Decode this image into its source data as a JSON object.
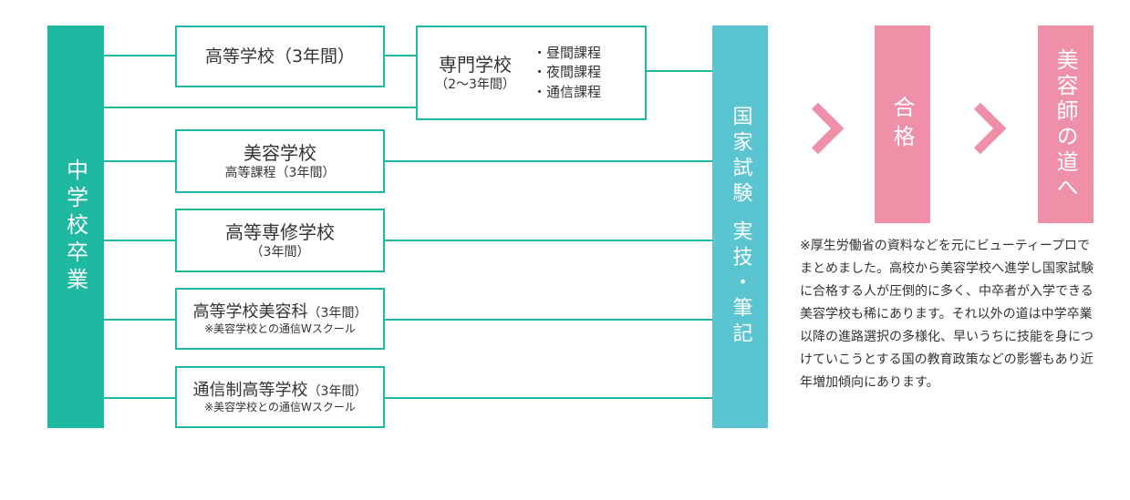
{
  "left_bar": {
    "label": "中学校卒業",
    "color": "#1fb8a0"
  },
  "right_bar": {
    "label_top": "国家試験",
    "label_bottom": "実技・筆記",
    "color": "#5bc4d1"
  },
  "boxes": {
    "koutou": {
      "main": "高等学校（3年間）"
    },
    "senmon": {
      "main": "専門学校",
      "sub": "（2〜3年間）"
    },
    "biyou": {
      "main": "美容学校",
      "sub": "高等課程（3年間）"
    },
    "koutou_senshu": {
      "main": "高等専修学校",
      "sub": "（3年間）"
    },
    "biyouka": {
      "main": "高等学校美容科",
      "paren": "（3年間）",
      "note": "※美容学校との通信Wスクール"
    },
    "tsushin": {
      "main": "通信制高等学校",
      "paren": "（3年間）",
      "note": "※美容学校との通信Wスクール"
    }
  },
  "courses": [
    "・昼間課程",
    "・夜間課程",
    "・通信課程"
  ],
  "result": {
    "pass": "合格",
    "goal": "美容師の道へ",
    "color": "#f08fa8"
  },
  "note": "※厚生労働省の資料などを元にビューティープロでまとめました。高校から美容学校へ進学し国家試験に合格する人が圧倒的に多く、中卒者が入学できる美容学校も稀にあります。それ以外の道は中学卒業以降の進路選択の多様化、早いうちに技能を身につけていこうとする国の教育政策などの影響もあり近年増加傾向にあります。"
}
